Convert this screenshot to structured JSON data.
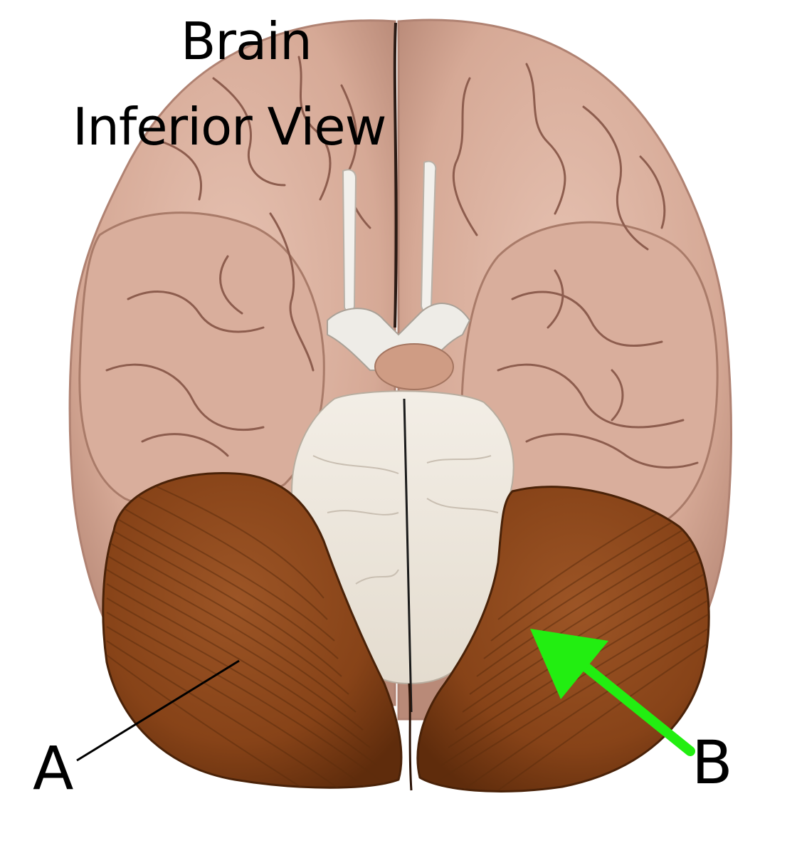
{
  "title": {
    "line1": "Brain",
    "line2": "Inferior View"
  },
  "labels": {
    "a": "A",
    "b": "B"
  },
  "colors": {
    "background": "#ffffff",
    "cerebrum": "#d8ad9c",
    "cerebrum_sulcus": "#8a5a4c",
    "cerebellum": "#8a4a1e",
    "cerebellum_fold": "#5e2e0e",
    "brainstem": "#ece6dc",
    "nerves": "#f2f0ec",
    "pituitary": "#cf9c84",
    "pointer_arrow": "#22ee11",
    "leader_line": "#000000",
    "text": "#000000"
  },
  "arrow_b": {
    "color_name": "green",
    "points_to": "cerebellum-right-hemisphere"
  },
  "line_a": {
    "points_to": "cerebellum-left-hemisphere"
  }
}
